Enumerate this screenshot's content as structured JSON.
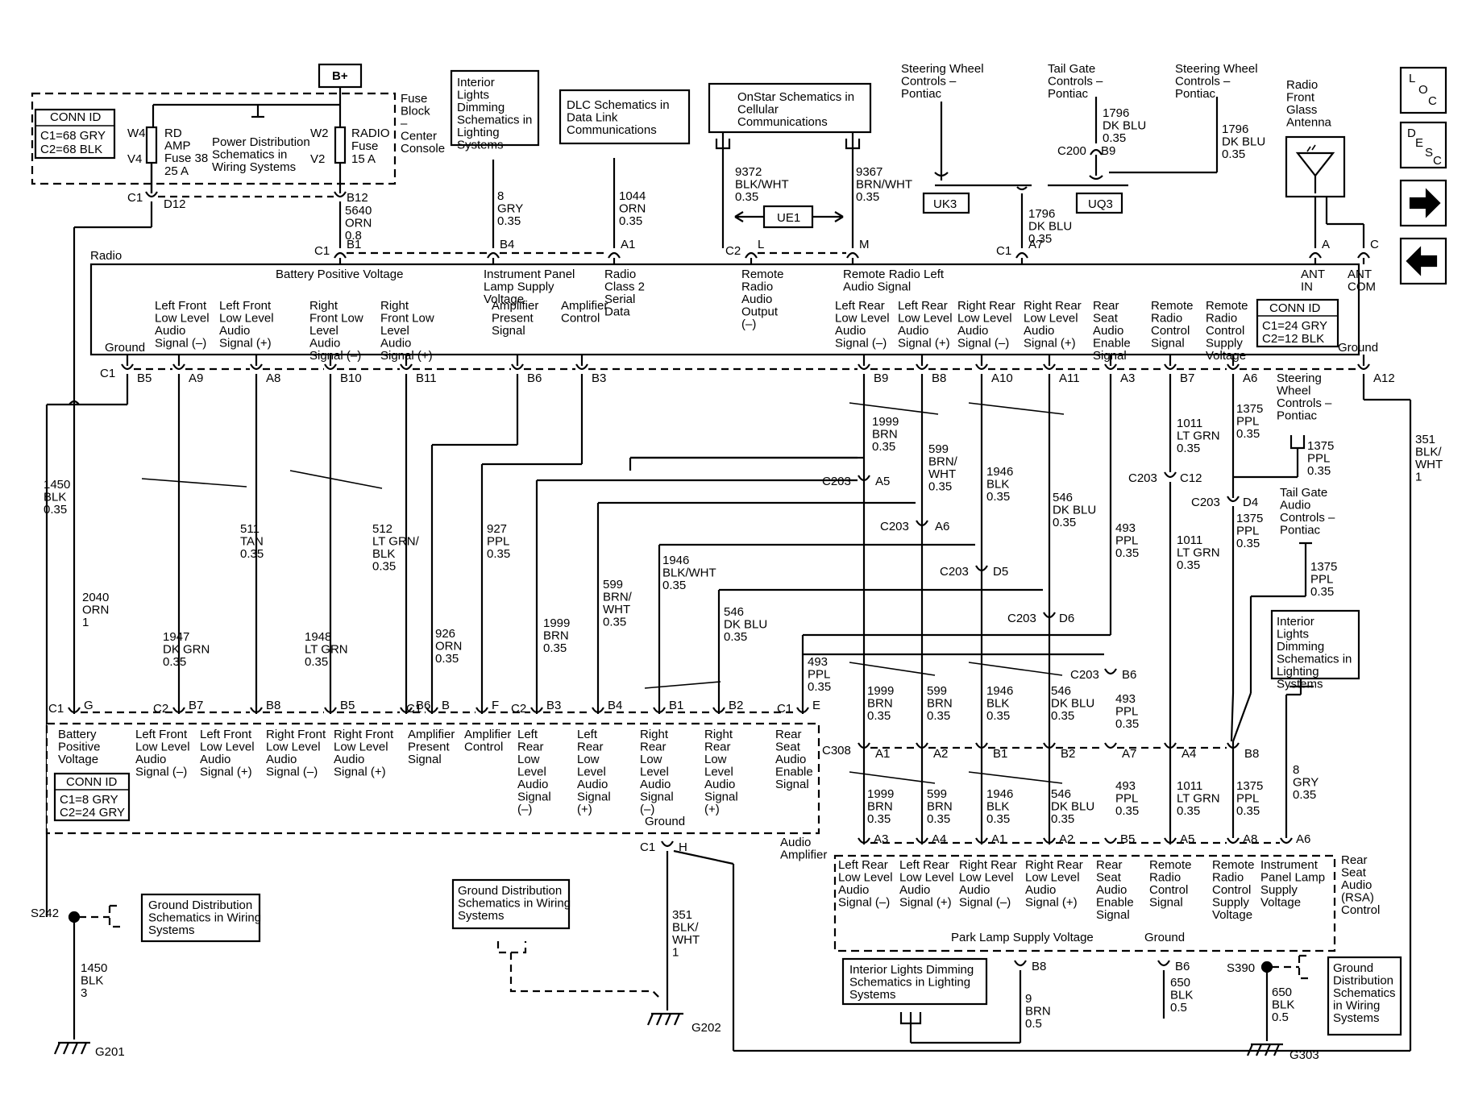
{
  "nav": {
    "loc": "LOC",
    "desc": "DESC",
    "next": "next-arrow-icon",
    "prev": "prev-arrow-icon"
  },
  "radio": {
    "label": "Radio",
    "conn_id": {
      "title": "CONN ID",
      "c1": "C1=24 GRY",
      "c2": "C2=12 BLK"
    },
    "pins": [
      {
        "conn": "C1",
        "pin": "B5",
        "label": "Ground"
      },
      {
        "pin": "A9",
        "label": "Left Front Low Level Audio Signal (–)"
      },
      {
        "pin": "A8",
        "label": "Left Front Low Level Audio Signal (+)"
      },
      {
        "pin": "B10",
        "label": "Right Front Low Level Audio Signal (–)"
      },
      {
        "pin": "B11",
        "label": "Right Front Low Level Audio Signal (+)"
      },
      {
        "pin": "B6",
        "label": "Amplifier Present Signal"
      },
      {
        "pin": "B3",
        "label": "Amplifier Control"
      },
      {
        "pin": "B9",
        "label": "Left Rear Low Level Audio Signal (–)"
      },
      {
        "pin": "B8",
        "label": "Left Rear Low Level Audio Signal (+)"
      },
      {
        "pin": "A10",
        "label": "Right Rear Low Level Audio Signal (–)"
      },
      {
        "pin": "A11",
        "label": "Right Rear Low Level Audio Signal (+)"
      },
      {
        "pin": "A3",
        "label": "Rear Seat Audio Enable Signal"
      },
      {
        "pin": "B7",
        "label": "Remote Radio Control Signal"
      },
      {
        "pin": "A6",
        "label": "Remote Radio Control Supply Voltage"
      },
      {
        "pin": "A12",
        "label": "Ground"
      }
    ],
    "top_pins": [
      {
        "conn": "C1",
        "pin": "B1",
        "label": "Battery Positive Voltage"
      },
      {
        "pin": "B4",
        "label": "Instrument Panel Lamp Supply Voltage"
      },
      {
        "pin": "A1",
        "label": "Radio Class 2 Serial Data"
      },
      {
        "conn": "C2",
        "pin": "L",
        "label": "Remote Radio Audio Output (–)"
      },
      {
        "pin": "M",
        "label": "Remote Radio Left Audio Signal"
      },
      {
        "conn": "C1",
        "pin": "A7"
      },
      {
        "pin": "A",
        "label": "ANT IN"
      },
      {
        "pin": "C",
        "label": "ANT COM"
      }
    ]
  },
  "fuse_block": {
    "label": "Fuse Block – Center Console",
    "conn_id": {
      "title": "CONN ID",
      "c1": "C1=68 GRY",
      "c2": "C2=68 BLK"
    },
    "bplus": "B+",
    "rd_amp": {
      "name": "RD AMP",
      "fuse": "Fuse 38",
      "amp": "25 A",
      "w": "W4",
      "v": "V4"
    },
    "radio": {
      "name": "RADIO",
      "fuse": "Fuse",
      "amp": "15 A",
      "w": "W2",
      "v": "V2"
    },
    "power_dist": "Power Distribution Schematics in Wiring Systems",
    "c1": "C1",
    "d12": "D12",
    "b12": "B12"
  },
  "ref_boxes": {
    "interior_top": "Interior Lights Dimming Schematics in Lighting Systems",
    "dlc": "DLC Schematics in Data Link Communications",
    "onstar": "OnStar Schematics in Cellular Communications",
    "gnd_left": "Ground Distribution Schematics in Wiring Systems",
    "gnd_mid": "Ground Distribution Schematics in Wiring Systems",
    "interior_right": "Interior Lights Dimming Schematics in Lighting Systems",
    "interior_bottom": "Interior Lights Dimming Schematics in Lighting Systems",
    "gnd_right": "Ground Distribution Schematics in Wiring Systems"
  },
  "steering": {
    "swc1": "Steering Wheel Controls – Pontiac",
    "tailgate": "Tail Gate Controls – Pontiac",
    "swc2": "Steering Wheel Controls – Pontiac",
    "uk3": "UK3",
    "uq3": "UQ3",
    "ue1": "UE1",
    "c200": "C200",
    "b9": "B9",
    "swc3": "Steering Wheel Controls – Pontiac",
    "tailgate_audio": "Tail Gate Audio Controls – Pontiac",
    "antenna": "Radio Front Glass Antenna"
  },
  "wires": {
    "w5640": [
      "5640",
      "ORN",
      "0.8"
    ],
    "w8": [
      "8",
      "GRY",
      "0.35"
    ],
    "w1044": [
      "1044",
      "ORN",
      "0.35"
    ],
    "w9372": [
      "9372",
      "BLK/WHT",
      "0.35"
    ],
    "w9367": [
      "9367",
      "BRN/WHT",
      "0.35"
    ],
    "w1796a": [
      "1796",
      "DK BLU",
      "0.35"
    ],
    "w1796b": [
      "1796",
      "DK BLU",
      "0.35"
    ],
    "w1796c": [
      "1796",
      "DK BLU",
      "0.35"
    ],
    "w1450": [
      "1450",
      "BLK",
      "0.35"
    ],
    "w2040": [
      "2040",
      "ORN",
      "1"
    ],
    "w1947": [
      "1947",
      "DK GRN",
      "0.35"
    ],
    "w511": [
      "511",
      "TAN",
      "0.35"
    ],
    "w1948": [
      "1948",
      "LT GRN",
      "0.35"
    ],
    "w512": [
      "512",
      "LT GRN/",
      "BLK",
      "0.35"
    ],
    "w926": [
      "926",
      "ORN",
      "0.35"
    ],
    "w927": [
      "927",
      "PPL",
      "0.35"
    ],
    "w1999a": [
      "1999",
      "BRN",
      "0.35"
    ],
    "w599a": [
      "599",
      "BRN/",
      "WHT",
      "0.35"
    ],
    "w1946a": [
      "1946",
      "BLK/WHT",
      "0.35"
    ],
    "w546a": [
      "546",
      "DK BLU",
      "0.35"
    ],
    "w1999t": [
      "1999",
      "BRN",
      "0.35"
    ],
    "w599t": [
      "599",
      "BRN/",
      "WHT",
      "0.35"
    ],
    "w1946t": [
      "1946",
      "BLK",
      "0.35"
    ],
    "w546t": [
      "546",
      "DK BLU",
      "0.35"
    ],
    "w493t": [
      "493",
      "PPL",
      "0.35"
    ],
    "w1011t": [
      "1011",
      "LT GRN",
      "0.35"
    ],
    "w1011m": [
      "1011",
      "LT GRN",
      "0.35"
    ],
    "w1375t": [
      "1375",
      "PPL",
      "0.35"
    ],
    "w1375m": [
      "1375",
      "PPL",
      "0.35"
    ],
    "w1375s": [
      "1375",
      "PPL",
      "0.35"
    ],
    "w1375g": [
      "1375",
      "PPL",
      "0.35"
    ],
    "w351r": [
      "351",
      "BLK/",
      "WHT",
      "1"
    ],
    "w493e": [
      "493",
      "PPL",
      "0.35"
    ],
    "w1999m": [
      "1999",
      "BRN",
      "0.35"
    ],
    "w599m": [
      "599",
      "BRN",
      "0.35"
    ],
    "w1946m": [
      "1946",
      "BLK",
      "0.35"
    ],
    "w546m": [
      "546",
      "DK BLU",
      "0.35"
    ],
    "w493m": [
      "493",
      "PPL",
      "0.35"
    ],
    "w1999l": [
      "1999",
      "BRN",
      "0.35"
    ],
    "w599l": [
      "599",
      "BRN",
      "0.35"
    ],
    "w1946l": [
      "1946",
      "BLK",
      "0.35"
    ],
    "w546l": [
      "546",
      "DK BLU",
      "0.35"
    ],
    "w493l": [
      "493",
      "PPL",
      "0.35"
    ],
    "w1011l": [
      "1011",
      "LT GRN",
      "0.35"
    ],
    "w1375l": [
      "1375",
      "PPL",
      "0.35"
    ],
    "w8l": [
      "8",
      "GRY",
      "0.35"
    ],
    "w351g": [
      "351",
      "BLK/",
      "WHT",
      "1"
    ],
    "w1450b": [
      "1450",
      "BLK",
      "3"
    ],
    "w9": [
      "9",
      "BRN",
      "0.5"
    ],
    "w650a": [
      "650",
      "BLK",
      "0.5"
    ],
    "w650b": [
      "650",
      "BLK",
      "0.5"
    ]
  },
  "connectors": {
    "c203": "C203",
    "c308": "C308",
    "c12": "C12",
    "a5": "A5",
    "a6": "A6",
    "d5": "D5",
    "d6": "D6",
    "b6": "B6",
    "d4": "D4"
  },
  "amp": {
    "label": "Audio Amplifier",
    "conn_id": {
      "title": "CONN ID",
      "c1": "C1=8 GRY",
      "c2": "C2=24 GRY"
    },
    "pins": [
      {
        "conn": "C1",
        "pin": "G",
        "label": "Battery Positive Voltage"
      },
      {
        "conn": "C2",
        "pin": "B7",
        "label": "Left Front Low Level Audio Signal (–)"
      },
      {
        "pin": "B8",
        "label": "Left Front Low Level Audio Signal (+)"
      },
      {
        "pin": "B5",
        "label": "Right Front Low Level Audio Signal (–)"
      },
      {
        "pin": "B6",
        "label": "Right Front Low Level Audio Signal (+)"
      },
      {
        "conn": "C1",
        "pin": "B",
        "label": "Amplifier Present Signal"
      },
      {
        "pin": "F",
        "label": "Amplifier Control"
      },
      {
        "conn": "C2",
        "pin": "B3",
        "label": "Left Rear Low Level Audio Signal (–)"
      },
      {
        "pin": "B4",
        "label": "Left Rear Low Level Audio Signal (+)"
      },
      {
        "pin": "B1",
        "label": "Right Rear Low Level Audio Signal (–)"
      },
      {
        "pin": "B2",
        "label": "Right Rear Low Level Audio Signal (+)"
      },
      {
        "conn": "C1",
        "pin": "E",
        "label": "Rear Seat Audio Enable Signal"
      }
    ],
    "ground": "Ground",
    "gnd_conn": "C1",
    "gnd_pin": "H"
  },
  "rsa": {
    "label": "Rear Seat Audio (RSA) Control",
    "pins": [
      {
        "pin": "A3",
        "label": "Left Rear Low Level Audio Signal (–)"
      },
      {
        "pin": "A4",
        "label": "Left Rear Low Level Audio Signal (+)"
      },
      {
        "pin": "A1",
        "label": "Right Rear Low Level Audio Signal (–)"
      },
      {
        "pin": "A2",
        "label": "Right Rear Low Level Audio Signal (+)"
      },
      {
        "pin": "B5",
        "label": "Rear Seat Audio Enable Signal"
      },
      {
        "pin": "A5",
        "label": "Remote Radio Control Signal"
      },
      {
        "pin": "A8",
        "label": "Remote Radio Control Supply Voltage"
      },
      {
        "pin": "A6",
        "label": "Instrument Panel Lamp Supply Voltage"
      }
    ],
    "park_lamp": "Park Lamp Supply Voltage",
    "ground": "Ground",
    "b8": "B8",
    "b6": "B6"
  },
  "c308_pins": [
    "A1",
    "A2",
    "B1",
    "B2",
    "A7",
    "A4",
    "B8"
  ],
  "grounds": {
    "s242": "S242",
    "g201": "G201",
    "g202": "G202",
    "s390": "S390",
    "g303": "G303"
  }
}
